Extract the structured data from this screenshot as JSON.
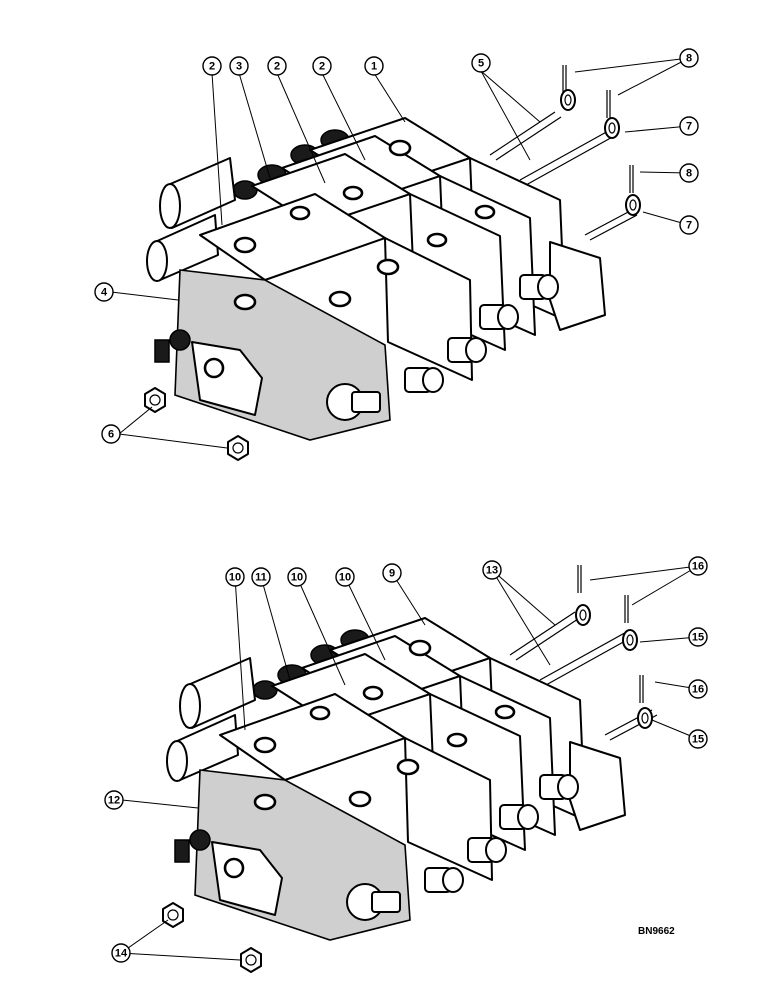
{
  "drawing_code": "BN9662",
  "callouts": [
    "1",
    "2",
    "3",
    "4",
    "5",
    "6",
    "7",
    "8",
    "9",
    "10",
    "11",
    "12",
    "13",
    "14",
    "15",
    "16"
  ]
}
